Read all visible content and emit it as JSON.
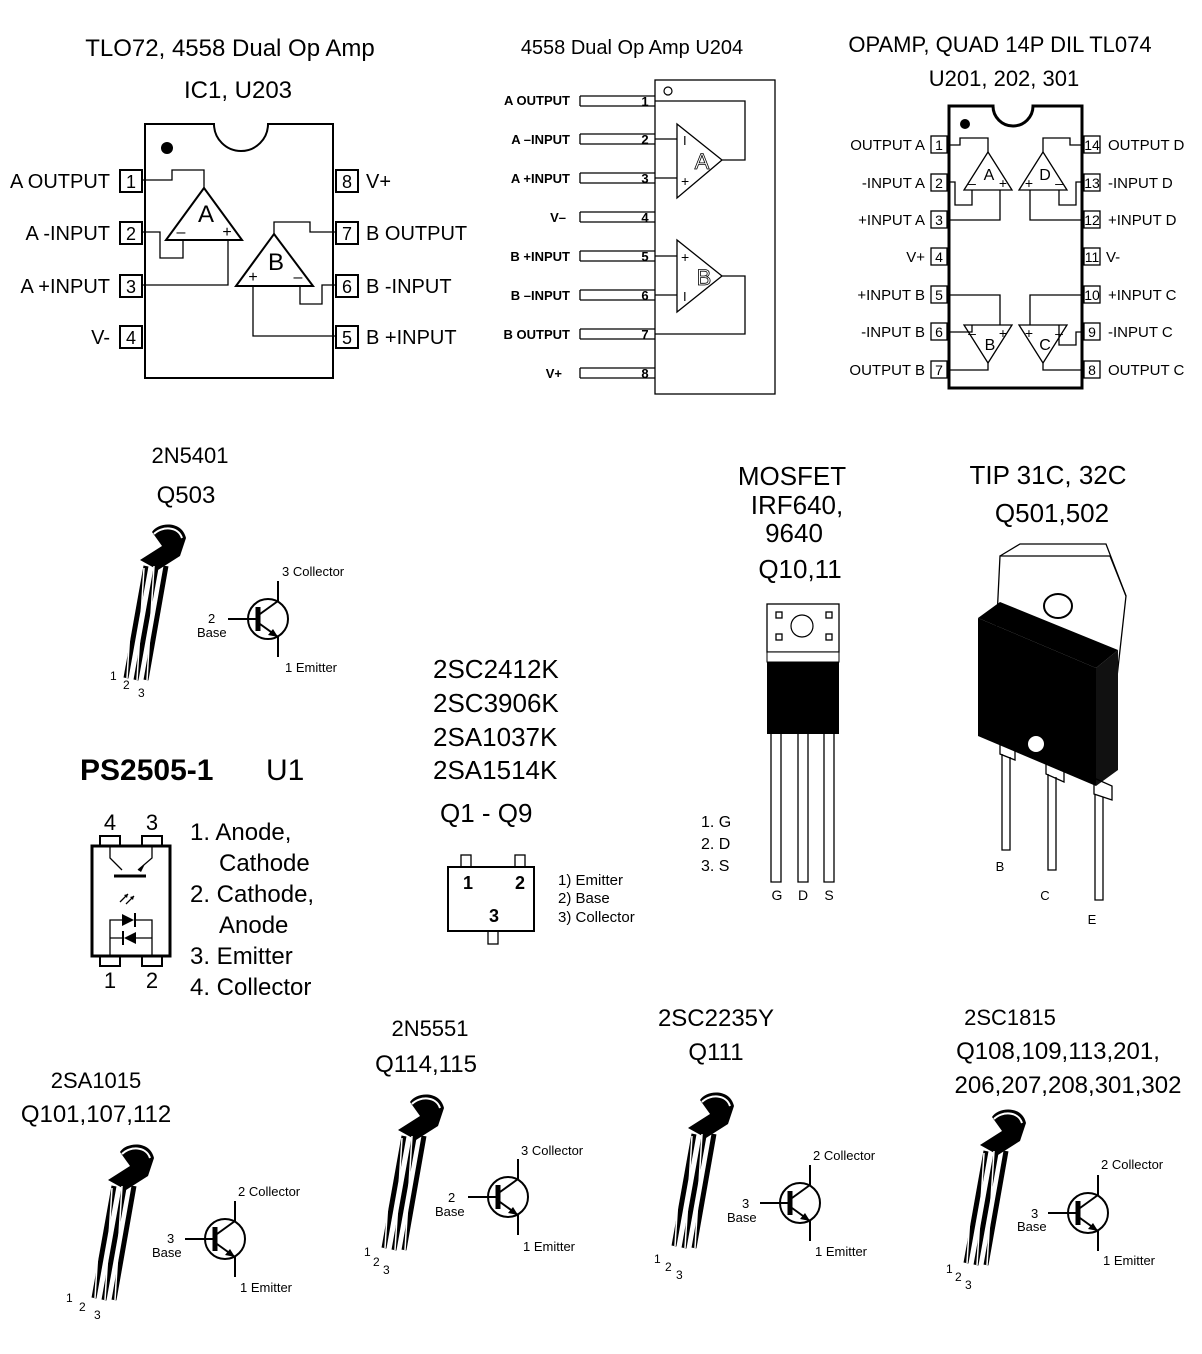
{
  "tl072": {
    "title1": "TLO72, 4558 Dual Op Amp",
    "title2": "IC1, U203",
    "left_labels": [
      "A OUTPUT",
      "A -INPUT",
      "A +INPUT",
      "V-"
    ],
    "right_labels": [
      "V+",
      "B OUTPUT",
      "B -INPUT",
      "B +INPUT"
    ],
    "left_pins": [
      "1",
      "2",
      "3",
      "4"
    ],
    "right_pins": [
      "8",
      "7",
      "6",
      "5"
    ],
    "amp_a": "A",
    "amp_b": "B",
    "minus": "–",
    "plus": "+"
  },
  "u204": {
    "title": "4558 Dual Op Amp  U204",
    "labels": [
      "A OUTPUT",
      "A –INPUT",
      "A +INPUT",
      "V–",
      "B +INPUT",
      "B –INPUT",
      "B OUTPUT",
      "V+"
    ],
    "pins": [
      "1",
      "2",
      "3",
      "4",
      "5",
      "6",
      "7",
      "8"
    ],
    "amp_a": "A",
    "amp_b": "B",
    "i_sym": "I",
    "plus": "+"
  },
  "tl074": {
    "title1": "OPAMP, QUAD 14P DIL TL074",
    "title2": "U201, 202, 301",
    "left_labels": [
      "OUTPUT A",
      "-INPUT A",
      "+INPUT A",
      "V+",
      "+INPUT B",
      "-INPUT B",
      "OUTPUT B"
    ],
    "right_labels": [
      "OUTPUT D",
      "-INPUT D",
      "+INPUT D",
      "V-",
      "+INPUT C",
      "-INPUT C",
      "OUTPUT C"
    ],
    "left_pins": [
      "1",
      "2",
      "3",
      "4",
      "5",
      "6",
      "7"
    ],
    "right_pins": [
      "14",
      "13",
      "12",
      "11",
      "10",
      "9",
      "8"
    ],
    "amps": [
      "A",
      "D",
      "B",
      "C"
    ],
    "minus": "–",
    "plus": "+"
  },
  "q503": {
    "part": "2N5401",
    "ref": "Q503",
    "collector": "3 Collector",
    "base_num": "2",
    "base": "Base",
    "emitter": "1 Emitter",
    "leg_nums": [
      "1",
      "2",
      "3"
    ]
  },
  "q1q9": {
    "parts": [
      "2SC2412K",
      "2SC3906K",
      "2SA1037K",
      "2SA1514K"
    ],
    "ref": "Q1 - Q9",
    "pin_nums": [
      "1",
      "2",
      "3"
    ],
    "legend": [
      "1) Emitter",
      "2) Base",
      "3) Collector"
    ]
  },
  "mosfet": {
    "lines": [
      "MOSFET",
      "IRF640,",
      "9640"
    ],
    "ref": "Q10,11",
    "legend": [
      "1. G",
      "2. D",
      "3. S"
    ],
    "leg_labels": [
      "G",
      "D",
      "S"
    ]
  },
  "tip": {
    "part": "TIP 31C, 32C",
    "ref": "Q501,502",
    "leg_labels": [
      "B",
      "C",
      "E"
    ]
  },
  "ps2505": {
    "part": "PS2505-1",
    "ref": "U1",
    "top_pins": [
      "4",
      "3"
    ],
    "bottom_pins": [
      "1",
      "2"
    ],
    "legend": [
      "1. Anode,",
      "Cathode",
      "2. Cathode,",
      "Anode",
      "3. Emitter",
      "4. Collector"
    ]
  },
  "q101": {
    "part": "2SA1015",
    "ref": "Q101,107,112",
    "collector": "2 Collector",
    "base_num": "3",
    "base": "Base",
    "emitter": "1 Emitter",
    "leg_nums": [
      "1",
      "2",
      "3"
    ]
  },
  "q114": {
    "part": "2N5551",
    "ref": "Q114,115",
    "collector": "3 Collector",
    "base_num": "2",
    "base": "Base",
    "emitter": "1 Emitter",
    "leg_nums": [
      "1",
      "2",
      "3"
    ]
  },
  "q111": {
    "part": "2SC2235Y",
    "ref": "Q111",
    "collector": "2 Collector",
    "base_num": "3",
    "base": "Base",
    "emitter": "1 Emitter",
    "leg_nums": [
      "1",
      "2",
      "3"
    ]
  },
  "q108": {
    "part": "2SC1815",
    "ref1": "Q108,109,113,201,",
    "ref2": "206,207,208,301,302",
    "collector": "2 Collector",
    "base_num": "3",
    "base": "Base",
    "emitter": "1 Emitter",
    "leg_nums": [
      "1",
      "2",
      "3"
    ]
  }
}
